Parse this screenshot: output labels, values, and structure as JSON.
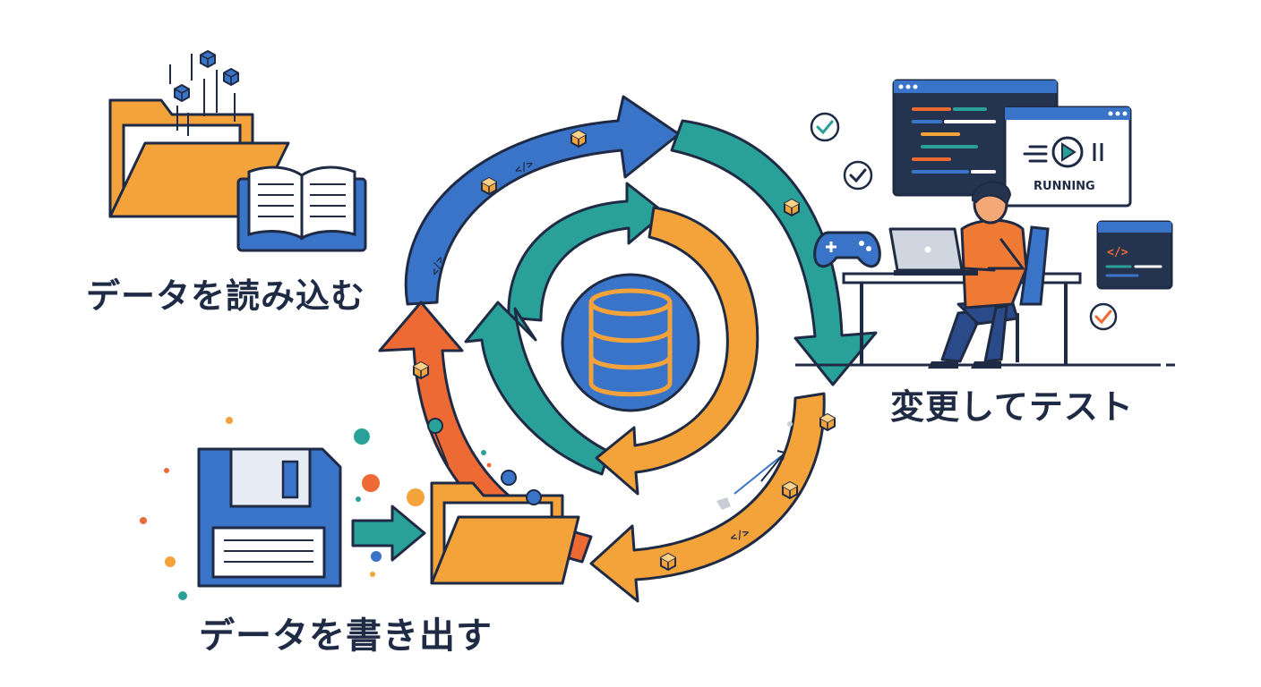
{
  "labels": {
    "read_data": "データを読み込む",
    "change_test": "変更してテスト",
    "write_data": "データを書き出す"
  },
  "screen": {
    "status": "RUNNING",
    "code_tag": "</>"
  },
  "icons": [
    "folder-icon",
    "book-icon",
    "data-cube-icon",
    "database-icon",
    "code-window-icon",
    "play-icon",
    "pause-icon",
    "check-icon",
    "gamepad-icon",
    "laptop-icon",
    "person-icon",
    "desk-icon",
    "floppy-disk-icon",
    "arrow-right-icon",
    "cycle-arrow-icon"
  ],
  "colors": {
    "blue": "#3a74c9",
    "teal": "#2aa198",
    "orange": "#f4a33b",
    "red_orange": "#ee6a34",
    "navy": "#1f2a44",
    "window_dark": "#24344f"
  }
}
